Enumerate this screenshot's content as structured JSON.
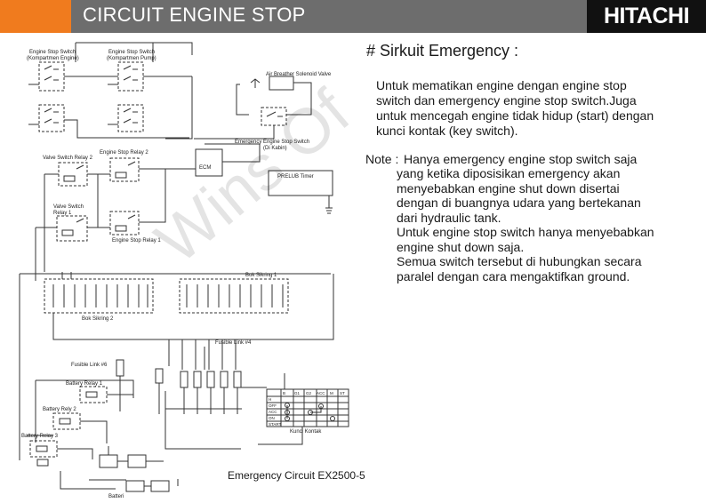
{
  "header": {
    "title": "CIRCUIT ENGINE STOP",
    "brand": "HITACHI"
  },
  "panel": {
    "heading": "# Sirkuit Emergency :",
    "intro": [
      "Untuk mematikan engine dengan engine stop",
      "switch dan emergency engine stop switch.Juga",
      "untuk mencegah engine tidak hidup (start) dengan",
      "kunci kontak (key switch)."
    ],
    "note_label": "Note :",
    "note": [
      "Hanya emergency engine stop switch saja",
      "yang ketika diposisikan emergency akan",
      "menyebabkan engine shut down disertai",
      "dengan di buangnya udara yang bertekanan",
      "dari hydraulic tank.",
      "Untuk engine stop switch hanya menyebabkan",
      "engine shut down saja.",
      "Semua switch tersebut di hubungkan secara",
      "paralel dengan cara mengaktifkan ground."
    ]
  },
  "diagram": {
    "labels": {
      "stop_switch_a": [
        "Engine Stop Switch",
        "(Kompartmen Engine)"
      ],
      "stop_switch_b": [
        "Engine Stop Switch",
        "(Kompartmen Pump)"
      ],
      "solenoid": "Air Breather Solenoid Valve",
      "emergency_switch": [
        "Emergency Engine Stop Switch",
        "(Di Kabin)"
      ],
      "relay_2": "Engine Stop Relay 2",
      "valve_relay_2": "Valve Switch Relay 2",
      "ecm": "ECM",
      "prelub": "PRELUB Timer",
      "valve_relay_1": [
        "Valve Switch",
        "Relay 1"
      ],
      "relay_1": "Engine Stop Relay 1",
      "fuse_box_1": "Bok Sikring 1",
      "fuse_box_2": "Bok Sikring 2",
      "fusible_link_4": "Fusible Link #4",
      "fusible_link_6": "Fusible Link #6",
      "battery_relay_1": "Battery Relay 1",
      "battery_relay_2": "Battery Rely 2",
      "battery_relay_3": "Battery Relay 3",
      "key_switch": "Kunci Kontak",
      "battery": "Batteri",
      "key_cols": [
        "B",
        "G1",
        "G2",
        "ACC",
        "M",
        "ST"
      ],
      "key_rows": [
        "H",
        "OFF",
        "ACC",
        "ON",
        "START"
      ]
    },
    "caption": "Emergency Circuit EX2500-5",
    "watermark": "Wins Of"
  }
}
